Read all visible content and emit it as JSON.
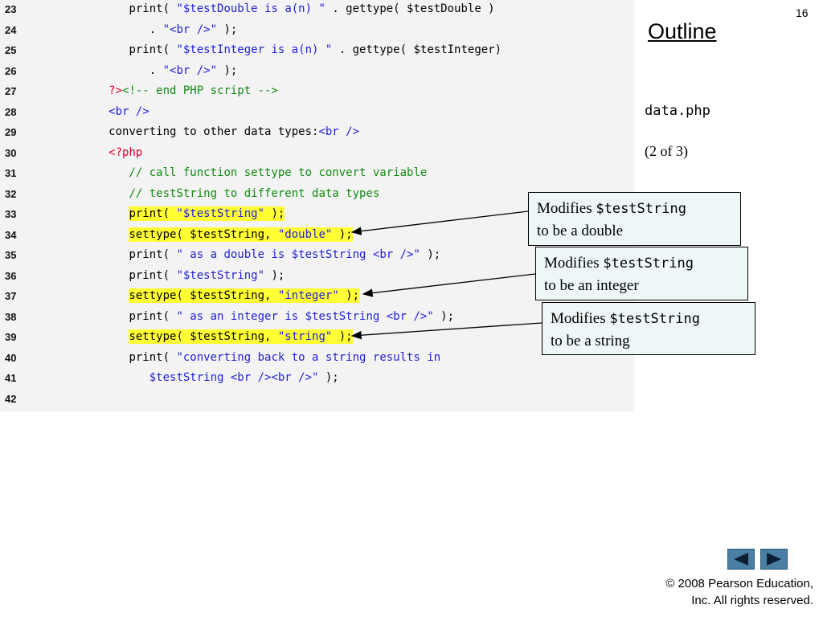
{
  "slide_number": "16",
  "outline_label": "Outline",
  "filename": "data.php",
  "part": "(2 of 3)",
  "code_lines": [
    {
      "num": "23",
      "indent": 15,
      "segments": [
        {
          "t": "print( ",
          "c": ""
        },
        {
          "t": "\"$testDouble is a(n) \"",
          "c": "blue"
        },
        {
          "t": " . gettype( $testDouble )",
          "c": ""
        }
      ]
    },
    {
      "num": "24",
      "indent": 18,
      "segments": [
        {
          "t": ". ",
          "c": ""
        },
        {
          "t": "\"<br />\"",
          "c": "blue"
        },
        {
          "t": " );",
          "c": ""
        }
      ]
    },
    {
      "num": "25",
      "indent": 15,
      "segments": [
        {
          "t": "print( ",
          "c": ""
        },
        {
          "t": "\"$testInteger is a(n) \"",
          "c": "blue"
        },
        {
          "t": " . gettype( $testInteger)",
          "c": ""
        }
      ]
    },
    {
      "num": "26",
      "indent": 18,
      "segments": [
        {
          "t": ". ",
          "c": ""
        },
        {
          "t": "\"<br />\"",
          "c": "blue"
        },
        {
          "t": " );",
          "c": ""
        }
      ]
    },
    {
      "num": "27",
      "indent": 12,
      "segments": [
        {
          "t": "?>",
          "c": "red"
        },
        {
          "t": "<!-- end PHP script -->",
          "c": "green"
        }
      ]
    },
    {
      "num": "28",
      "indent": 12,
      "segments": [
        {
          "t": "<br />",
          "c": "blue"
        }
      ]
    },
    {
      "num": "29",
      "indent": 12,
      "segments": [
        {
          "t": "converting to other data types:",
          "c": ""
        },
        {
          "t": "<br />",
          "c": "blue"
        }
      ]
    },
    {
      "num": "30",
      "indent": 12,
      "segments": [
        {
          "t": "<?php",
          "c": "red"
        }
      ]
    },
    {
      "num": "31",
      "indent": 15,
      "segments": [
        {
          "t": "// call function settype to convert variable",
          "c": "green"
        }
      ]
    },
    {
      "num": "32",
      "indent": 15,
      "segments": [
        {
          "t": "// testString to different data types",
          "c": "green"
        }
      ]
    },
    {
      "num": "33",
      "indent": 15,
      "hl": true,
      "segments": [
        {
          "t": "print( ",
          "c": ""
        },
        {
          "t": "\"$testString\"",
          "c": "blue"
        },
        {
          "t": " );",
          "c": ""
        }
      ]
    },
    {
      "num": "34",
      "indent": 15,
      "hl": true,
      "segments": [
        {
          "t": "settype( $testString, ",
          "c": ""
        },
        {
          "t": "\"double\"",
          "c": "blue"
        },
        {
          "t": " );",
          "c": ""
        }
      ]
    },
    {
      "num": "35",
      "indent": 15,
      "segments": [
        {
          "t": "print( ",
          "c": ""
        },
        {
          "t": "\" as a double is $testString <br />\"",
          "c": "blue"
        },
        {
          "t": " );",
          "c": ""
        }
      ]
    },
    {
      "num": "36",
      "indent": 15,
      "segments": [
        {
          "t": "print( ",
          "c": ""
        },
        {
          "t": "\"$testString\"",
          "c": "blue"
        },
        {
          "t": " );",
          "c": ""
        }
      ]
    },
    {
      "num": "37",
      "indent": 15,
      "hl": true,
      "segments": [
        {
          "t": "settype( $testString, ",
          "c": ""
        },
        {
          "t": "\"integer\"",
          "c": "blue"
        },
        {
          "t": " );",
          "c": ""
        }
      ]
    },
    {
      "num": "38",
      "indent": 15,
      "segments": [
        {
          "t": "print( ",
          "c": ""
        },
        {
          "t": "\" as an integer is $testString <br />\"",
          "c": "blue"
        },
        {
          "t": " );",
          "c": ""
        }
      ]
    },
    {
      "num": "39",
      "indent": 15,
      "hl": true,
      "segments": [
        {
          "t": "settype( $testString, ",
          "c": ""
        },
        {
          "t": "\"string\"",
          "c": "blue"
        },
        {
          "t": " );",
          "c": ""
        }
      ]
    },
    {
      "num": "40",
      "indent": 15,
      "segments": [
        {
          "t": "print( ",
          "c": ""
        },
        {
          "t": "\"converting back to a string results in",
          "c": "blue"
        }
      ]
    },
    {
      "num": "41",
      "indent": 18,
      "segments": [
        {
          "t": "$testString <br /><br />\"",
          "c": "blue"
        },
        {
          "t": " );",
          "c": ""
        }
      ]
    },
    {
      "num": "42",
      "indent": 0,
      "segments": []
    }
  ],
  "callouts": [
    {
      "prefix": "Modifies ",
      "var": "$testString",
      "line2": "to be a double"
    },
    {
      "prefix": "Modifies ",
      "var": "$testString",
      "line2": "to be an integer"
    },
    {
      "prefix": "Modifies ",
      "var": "$testString",
      "line2": "to be a string"
    }
  ],
  "nav": {
    "prev": "previous-slide",
    "next": "next-slide"
  },
  "copyright": {
    "line1": "© 2008 Pearson Education,",
    "line2": "Inc.  All rights reserved."
  },
  "colors": {
    "string": "#1f1fd6",
    "comment": "#118a11",
    "php_tag": "#e0002a",
    "highlight": "#ffff33",
    "callout_bg": "#eef7f7",
    "nav_button": "#4a7fa3"
  }
}
